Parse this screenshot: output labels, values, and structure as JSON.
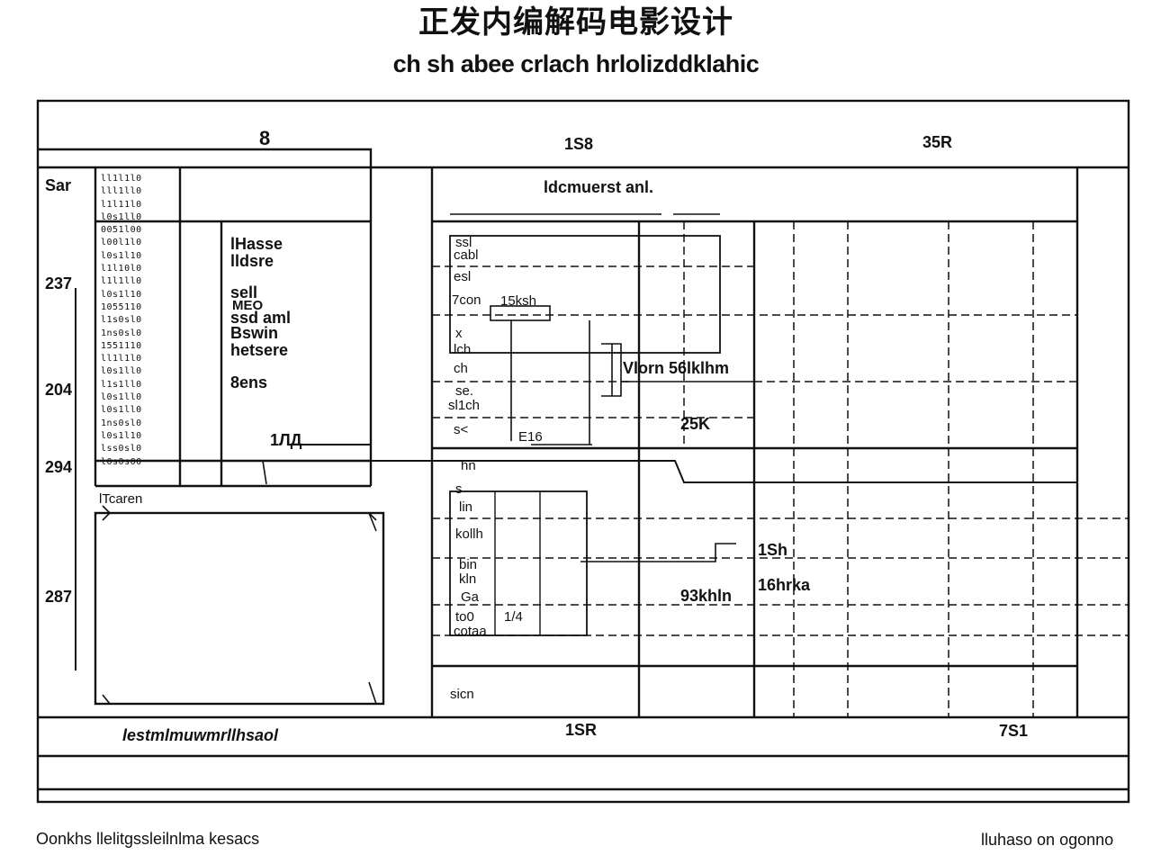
{
  "header": {
    "title": "正发内编解码电影设计",
    "subtitle": "ch sh abee crlach hrlolizddklahic"
  },
  "top_row": {
    "left_header": "8",
    "mid_header": "1S8",
    "right_header": "35R"
  },
  "left_axis": {
    "top_label": "Sar",
    "labels": [
      "237",
      "204",
      "294",
      "287"
    ]
  },
  "tick_column": [
    "ll1l1l0",
    "lll1ll0",
    "l1l11l0",
    "l0s1ll0",
    "0051l00",
    "l00l1l0",
    "l0s1l10",
    "l1l10l0",
    "l1l1ll0",
    "l0s1l10",
    "1055110",
    "l1s0sl0",
    "1ns0sl0",
    "1551110",
    "ll1l1l0",
    "l0s1ll0",
    "l1s1ll0",
    "l0s1ll0",
    "l0s1ll0",
    "1ns0sl0",
    "l0s1l10",
    "lss0sl0",
    "l0s0s00"
  ],
  "left_block": {
    "lines": [
      "lHasse",
      "lldsre",
      "sell",
      "MEO",
      "ssd aml",
      "Bswin",
      "hetsere",
      "8ens"
    ],
    "arrow_label": "1ЛД",
    "box_label": "lTcaren"
  },
  "mid_section": {
    "header": "ldcmuerst anl.",
    "labels_a": [
      "ssl",
      "cabl",
      "esl",
      "7con",
      "15ksh",
      "x",
      "lch",
      "ch",
      "se.",
      "sl1ch",
      "s<",
      "E16"
    ],
    "side_label": "Vlorn 56lklhm",
    "value_a": "25K",
    "labels_b": [
      "hn",
      "s",
      "lin",
      "kollh",
      "bin",
      "kln",
      "Ga",
      "to0",
      "1/4",
      "cotaa"
    ],
    "value_b": "93khln",
    "foot_label": "sicn"
  },
  "right_section": {
    "label_a": "1Sh",
    "label_b": "16hrka"
  },
  "bottom_row": {
    "left": "lestmlmuwmrllhsaol",
    "mid": "1SR",
    "right": "7S1"
  },
  "footer": {
    "left": "Oonkhs llelitgssleilnlma kesacs",
    "right": "lluhaso on ogonno"
  }
}
